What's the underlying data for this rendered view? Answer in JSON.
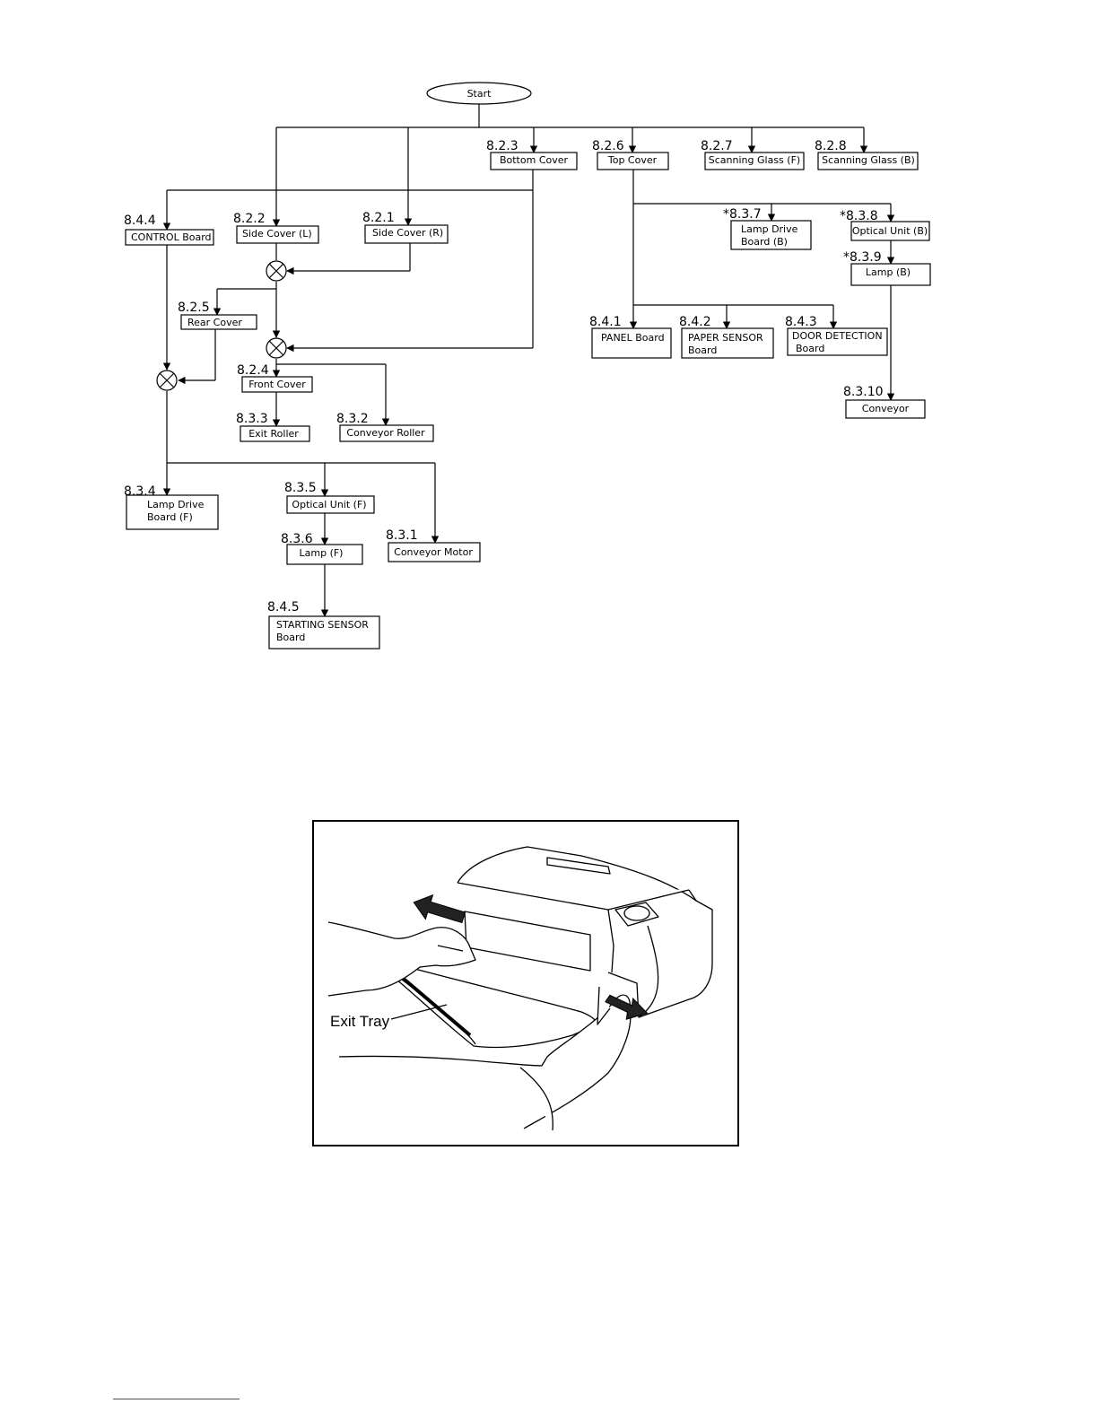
{
  "flowchart": {
    "start": "Start",
    "nodes": {
      "bottom_cover": {
        "section": "8.2.3",
        "label": "Bottom Cover"
      },
      "top_cover": {
        "section": "8.2.6",
        "label": "Top Cover"
      },
      "scan_glass_f": {
        "section": "8.2.7",
        "label": "Scanning Glass (F)"
      },
      "scan_glass_b": {
        "section": "8.2.8",
        "label": "Scanning Glass (B)"
      },
      "control_board": {
        "section": "8.4.4",
        "label": "CONTROL Board"
      },
      "side_cover_l": {
        "section": "8.2.2",
        "label": "Side Cover (L)"
      },
      "side_cover_r": {
        "section": "8.2.1",
        "label": "Side Cover (R)"
      },
      "lamp_drive_b": {
        "section": "*8.3.7",
        "line1": "Lamp Drive",
        "line2": "Board (B)"
      },
      "optical_unit_b": {
        "section": "*8.3.8",
        "label": "Optical Unit (B)"
      },
      "lamp_b": {
        "section": "*8.3.9",
        "label": "Lamp (B)"
      },
      "rear_cover": {
        "section": "8.2.5",
        "label": "Rear Cover"
      },
      "panel_board": {
        "section": "8.4.1",
        "label": "PANEL Board"
      },
      "paper_sensor": {
        "section": "8.4.2",
        "line1": "PAPER SENSOR",
        "line2": "Board"
      },
      "door_detection": {
        "section": "8.4.3",
        "line1": "DOOR DETECTION",
        "line2": "Board"
      },
      "front_cover": {
        "section": "8.2.4",
        "label": "Front Cover"
      },
      "exit_roller": {
        "section": "8.3.3",
        "label": "Exit Roller"
      },
      "conveyor_roller": {
        "section": "8.3.2",
        "label": "Conveyor Roller"
      },
      "conveyor": {
        "section": "8.3.10",
        "label": "Conveyor"
      },
      "lamp_drive_f": {
        "section": "8.3.4",
        "line1": "Lamp Drive",
        "line2": "Board (F)"
      },
      "optical_unit_f": {
        "section": "8.3.5",
        "label": "Optical Unit (F)"
      },
      "lamp_f": {
        "section": "8.3.6",
        "label": "Lamp (F)"
      },
      "conveyor_motor": {
        "section": "8.3.1",
        "label": "Conveyor Motor"
      },
      "starting_sensor": {
        "section": "8.4.5",
        "line1": "STARTING SENSOR",
        "line2": "Board"
      }
    }
  },
  "figure": {
    "callout": "Exit Tray"
  }
}
